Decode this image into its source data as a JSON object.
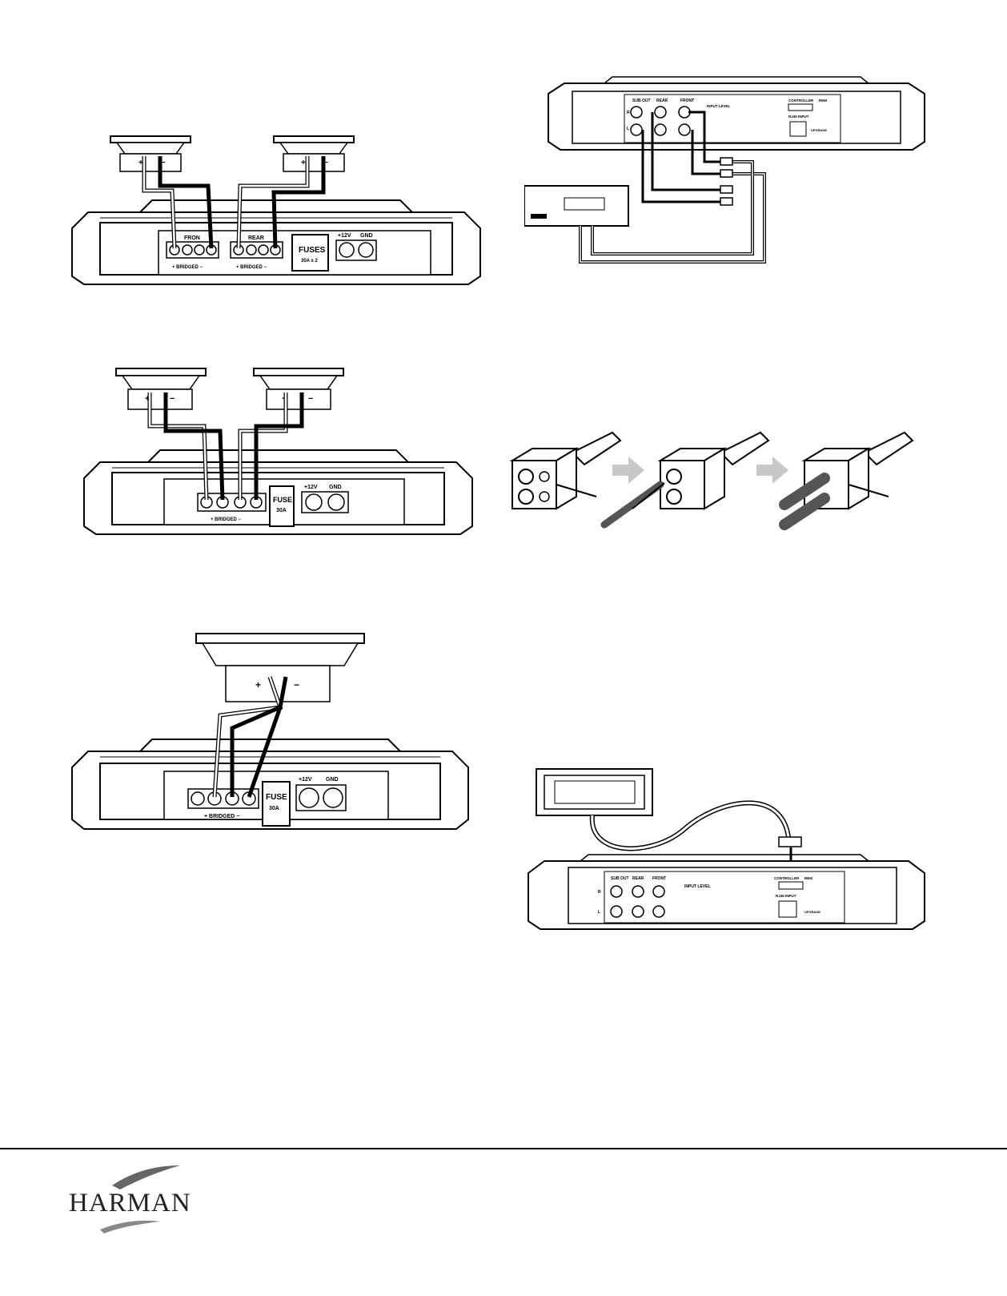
{
  "diagram1": {
    "channel_front_label": "FRON",
    "channel_rear_label": "REAR",
    "bridged_label_1": "+ BRIDGED −",
    "bridged_label_2": "+ BRIDGED −",
    "fuses_label": "FUSES",
    "fuses_rating": "30A x 2",
    "power_label": "+12V",
    "ground_label": "GND",
    "plus": "+",
    "minus": "−"
  },
  "diagram2": {
    "bridged_label": "+ BRIDGED −",
    "fuse_label": "FUSE",
    "fuse_rating": "30A",
    "power_label": "+12V",
    "ground_label": "GND",
    "plus": "+",
    "minus": "−"
  },
  "diagram3": {
    "bridged_label": "+ BRIDGED −",
    "fuse_label": "FUSE",
    "fuse_rating": "30A",
    "power_label": "+12V",
    "ground_label": "GND",
    "plus": "+",
    "minus": "−"
  },
  "diagram_rca": {
    "sub_out_label": "SUB OUT",
    "rear_label": "REAR",
    "front_label": "FRONT",
    "input_level_label": "INPUT LEVEL",
    "controller_label": "CONTROLLER",
    "rem_label": "REM",
    "rj45_label": "RJ45 INPUT",
    "upgrade_label": "UPGRADE",
    "r_label": "R",
    "l_label": "L"
  },
  "diagram_controller": {
    "sub_out_label": "SUB OUT",
    "rear_label": "REAR",
    "front_label": "FRONT",
    "input_level_label": "INPUT LEVEL",
    "controller_label": "CONTROLLER",
    "rem_label": "REM",
    "rj45_label": "RJ45 INPUT",
    "upgrade_label": "UPGRADE",
    "r_label": "R",
    "l_label": "L"
  },
  "footer": {
    "logo_text": "HARMAN"
  },
  "colors": {
    "ink": "#000000",
    "arrow_gray": "#c8c8c8",
    "plug_dark": "#555555"
  }
}
